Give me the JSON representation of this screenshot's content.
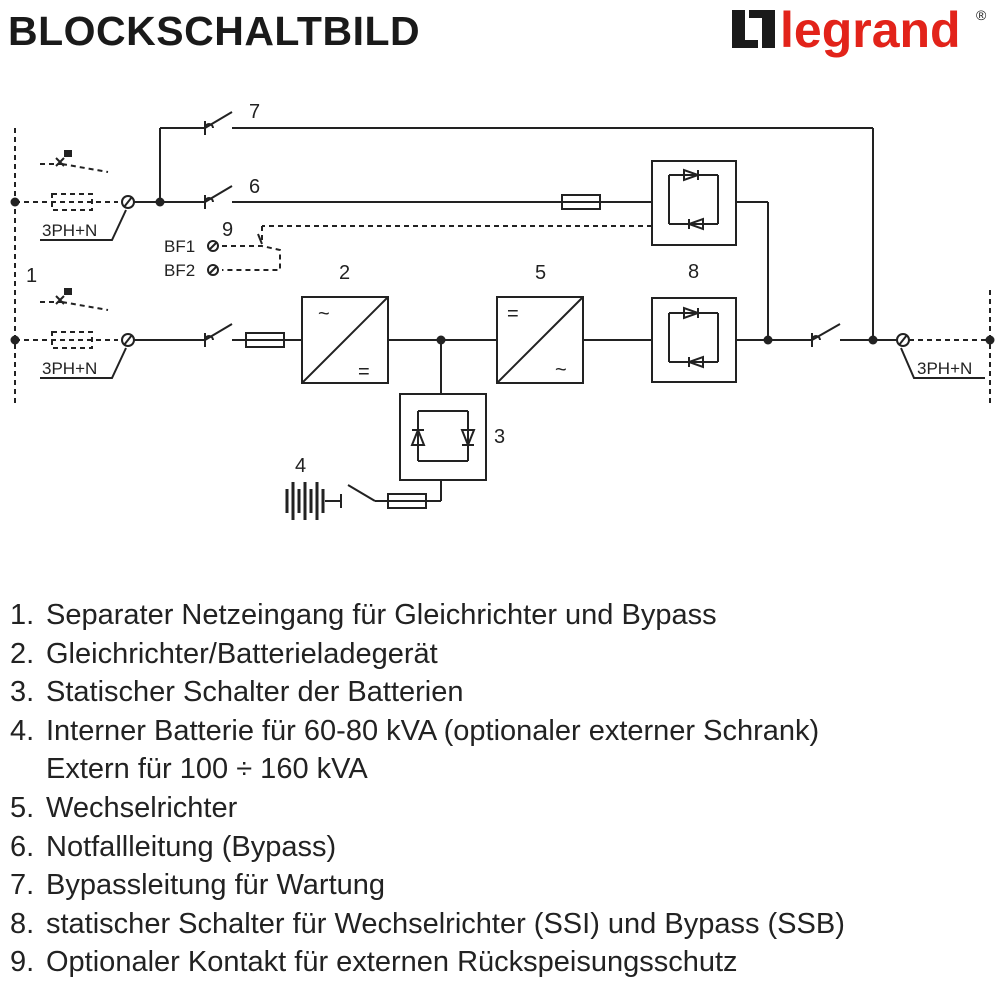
{
  "title": "BLOCKSCHALTBILD",
  "logo": {
    "text": "legrand",
    "registered": "®",
    "color": "#e2231a",
    "mark_color": "#1a1a1a"
  },
  "diagram": {
    "labels": {
      "n1": "1",
      "n2": "2",
      "n3": "3",
      "n4": "4",
      "n5": "5",
      "n6": "6",
      "n7": "7",
      "n8": "8",
      "n9": "9",
      "bf1": "BF1",
      "bf2": "BF2",
      "input_top": "3PH+N",
      "input_bottom": "3PH+N",
      "output": "3PH+N",
      "ac": "~",
      "dc": "="
    }
  },
  "legend": [
    {
      "num": "1.",
      "text": "Separater Netzeingang für Gleichrichter und Bypass"
    },
    {
      "num": "2.",
      "text": "Gleichrichter/Batterieladegerät"
    },
    {
      "num": "3.",
      "text": "Statischer Schalter der Batterien"
    },
    {
      "num": "4.",
      "text": "Interner Batterie für 60-80 kVA (optionaler externer Schrank)",
      "cont": "Extern für 100 ÷ 160 kVA"
    },
    {
      "num": "5.",
      "text": "Wechselrichter"
    },
    {
      "num": "6.",
      "text": "Notfallleitung (Bypass)"
    },
    {
      "num": "7.",
      "text": "Bypassleitung für Wartung"
    },
    {
      "num": "8.",
      "text": "statischer Schalter für Wechselrichter (SSI) und Bypass (SSB)"
    },
    {
      "num": "9.",
      "text": "Optionaler Kontakt für externen Rückspeisungsschutz"
    }
  ]
}
